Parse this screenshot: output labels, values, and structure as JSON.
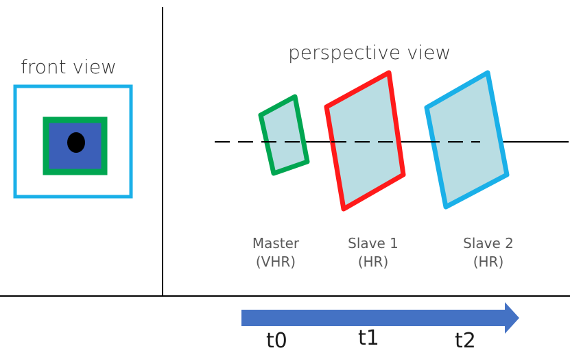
{
  "front_view": {
    "title": "front view"
  },
  "perspective_view": {
    "title": "perspective view"
  },
  "cameras": [
    {
      "name": "Master",
      "resolution": "(VHR)",
      "color": "#00a651"
    },
    {
      "name": "Slave 1",
      "resolution": "(HR)",
      "color": "#ff1a1a"
    },
    {
      "name": "Slave 2",
      "resolution": "(HR)",
      "color": "#1ab0e8"
    }
  ],
  "timeline": {
    "labels": [
      "t0",
      "t1",
      "t2"
    ],
    "arrow_color": "#4472c4"
  },
  "colors": {
    "panel_fill": "#b9dde3",
    "front_outer": "#1ab0e8",
    "front_ring": "#00a651",
    "front_core": "#3b5fb8",
    "front_dot": "#000000"
  }
}
